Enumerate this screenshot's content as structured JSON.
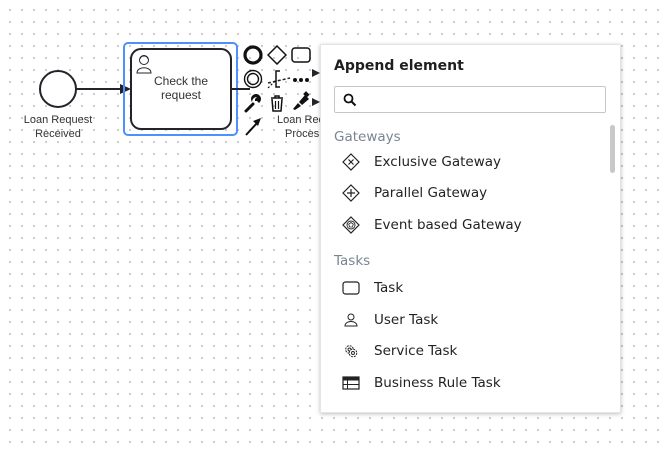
{
  "canvas": {
    "start_event_label": [
      "Loan Request",
      "Received"
    ],
    "task_label": [
      "Check the",
      "request"
    ],
    "partial_label": [
      "Loan Req",
      "Proces"
    ]
  },
  "context_pad": {
    "icons": [
      "end-event-icon",
      "gateway-icon",
      "task-icon",
      "intermediate-event-icon",
      "text-annotation-icon",
      "more-icon",
      "wrench-icon",
      "trash-icon",
      "color-icon",
      "connect-icon"
    ]
  },
  "popup": {
    "title": "Append element",
    "search_placeholder": "",
    "groups": [
      {
        "title": "Gateways",
        "entries": [
          {
            "label": "Exclusive Gateway",
            "icon": "exclusive-gateway-icon"
          },
          {
            "label": "Parallel Gateway",
            "icon": "parallel-gateway-icon"
          },
          {
            "label": "Event based Gateway",
            "icon": "event-based-gateway-icon"
          }
        ]
      },
      {
        "title": "Tasks",
        "entries": [
          {
            "label": "Task",
            "icon": "task-icon"
          },
          {
            "label": "User Task",
            "icon": "user-task-icon"
          },
          {
            "label": "Service Task",
            "icon": "service-task-icon"
          },
          {
            "label": "Business Rule Task",
            "icon": "business-rule-task-icon"
          }
        ]
      }
    ]
  },
  "colors": {
    "selection": "#4d90fe",
    "stroke": "#22242a",
    "group_title": "#7a8494"
  }
}
